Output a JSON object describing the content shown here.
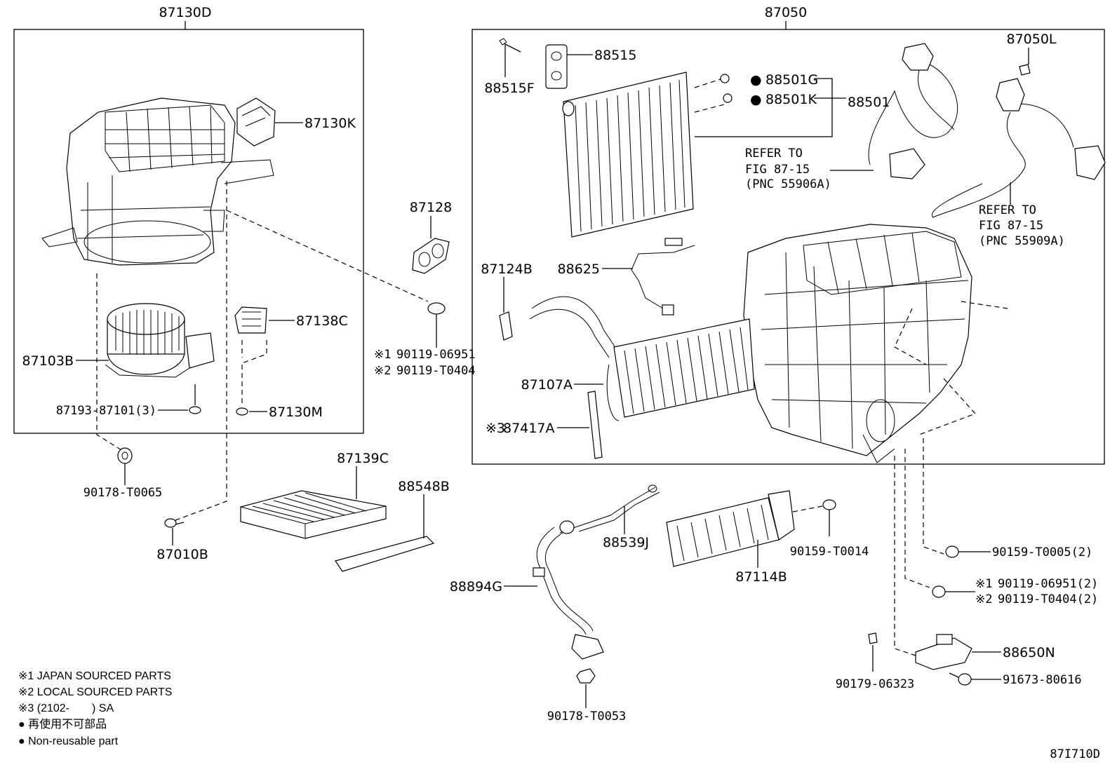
{
  "assembly_labels": {
    "left_group": "87130D",
    "right_group": "87050"
  },
  "parts": {
    "p87130K": "87130K",
    "p87128": "87128",
    "p87138C": "87138C",
    "p87103B": "87103B",
    "p87193": "87193-87101(3)",
    "p87130M": "87130M",
    "p90178_T0065": "90178-T0065",
    "p87010B": "87010B",
    "p87139C": "87139C",
    "p88548B": "88548B",
    "p88515": "88515",
    "p88515F": "88515F",
    "p88501G": "88501G",
    "p88501K": "88501K",
    "p88501": "88501",
    "p87050L": "87050L",
    "p87124B": "87124B",
    "p88625": "88625",
    "p87107A": "87107A",
    "p87417A": "87417A",
    "p88539J": "88539J",
    "p88894G": "88894G",
    "p90178_T0053": "90178-T0053",
    "p87114B": "87114B",
    "p90159_T0014": "90159-T0014",
    "p90159_T0005": "90159-T0005(2)",
    "p90119_06951_2": "90119-06951(2)",
    "p90119_T0404_2": "90119-T0404(2)",
    "p88650N": "88650N",
    "p90179_06323": "90179-06323",
    "p91673_80616": "91673-80616",
    "p90119_06951": "90119-06951",
    "p90119_T0404": "90119-T0404"
  },
  "marks": {
    "note1": "※1",
    "note2": "※2",
    "note3": "※3",
    "dot": "●"
  },
  "refer": {
    "a_line1": "REFER TO",
    "a_line2": "FIG 87-15",
    "a_line3": "(PNC 55906A)",
    "b_line1": "REFER TO",
    "b_line2": "FIG 87-15",
    "b_line3": "(PNC 55909A)"
  },
  "legend": {
    "l1": "※1 JAPAN SOURCED PARTS",
    "l2": "※2 LOCAL SOURCED PARTS",
    "l3": "※3 (2102-　　) SA",
    "l4": "● 再使用不可部品",
    "l5": "● Non-reusable part"
  },
  "figure_id": "87I710D"
}
